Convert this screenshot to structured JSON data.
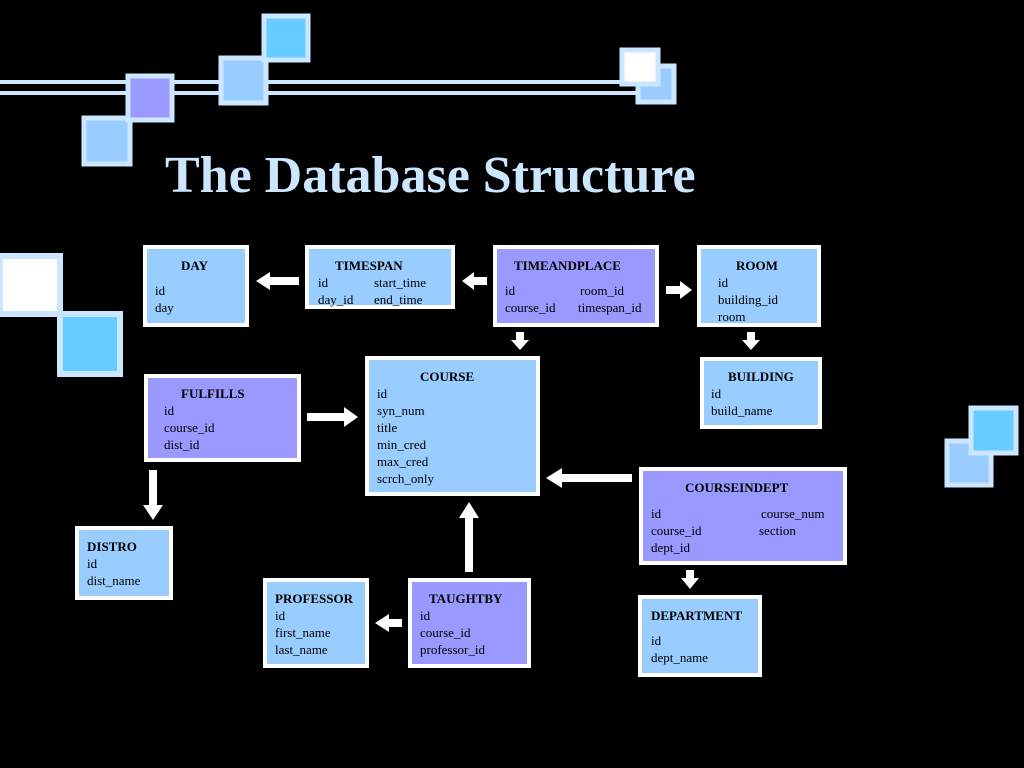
{
  "title": "The Database Structure",
  "tables": {
    "day": {
      "name": "DAY",
      "fields": [
        "id",
        "day"
      ]
    },
    "timespan": {
      "name": "TIMESPAN",
      "fields": [
        "id",
        "start_time",
        "day_id",
        "end_time"
      ]
    },
    "timeandplace": {
      "name": "TIMEANDPLACE",
      "fields": [
        "id",
        "room_id",
        "course_id",
        "timespan_id"
      ]
    },
    "room": {
      "name": "ROOM",
      "fields": [
        "id",
        "building_id",
        "room"
      ]
    },
    "course": {
      "name": "COURSE",
      "fields": [
        "id",
        "syn_num",
        "title",
        "min_cred",
        "max_cred",
        "scrch_only"
      ]
    },
    "building": {
      "name": "BUILDING",
      "fields": [
        "id",
        "build_name"
      ]
    },
    "fulfills": {
      "name": "FULFILLS",
      "fields": [
        "id",
        "course_id",
        "dist_id"
      ]
    },
    "courseindept": {
      "name": "COURSEINDEPT",
      "fields": [
        "id",
        "course_num",
        "course_id",
        "section",
        "dept_id"
      ]
    },
    "distro": {
      "name": "DISTRO",
      "fields": [
        "id",
        "dist_name"
      ]
    },
    "professor": {
      "name": "PROFESSOR",
      "fields": [
        "id",
        "first_name",
        "last_name"
      ]
    },
    "taughtby": {
      "name": "TAUGHTBY",
      "fields": [
        "id",
        "course_id",
        "professor_id"
      ]
    },
    "department": {
      "name": "DEPARTMENT",
      "fields": [
        "id",
        "dept_name"
      ]
    }
  },
  "relationships": [
    {
      "from": "TIMESPAN",
      "to": "DAY"
    },
    {
      "from": "TIMEANDPLACE",
      "to": "TIMESPAN"
    },
    {
      "from": "TIMEANDPLACE",
      "to": "ROOM"
    },
    {
      "from": "TIMEANDPLACE",
      "to": "COURSE"
    },
    {
      "from": "ROOM",
      "to": "BUILDING"
    },
    {
      "from": "FULFILLS",
      "to": "COURSE"
    },
    {
      "from": "FULFILLS",
      "to": "DISTRO"
    },
    {
      "from": "COURSEINDEPT",
      "to": "COURSE"
    },
    {
      "from": "COURSEINDEPT",
      "to": "DEPARTMENT"
    },
    {
      "from": "TAUGHTBY",
      "to": "COURSE"
    },
    {
      "from": "TAUGHTBY",
      "to": "PROFESSOR"
    }
  ],
  "colors": {
    "background": "#000000",
    "title": "#cce6ff",
    "box_blue": "#99ccff",
    "box_purple": "#9999ff",
    "border": "#ffffff",
    "arrow": "#ffffff",
    "deco_blue": "#66ccff",
    "deco_light": "#99ccff",
    "deco_violet": "#9999ff"
  }
}
